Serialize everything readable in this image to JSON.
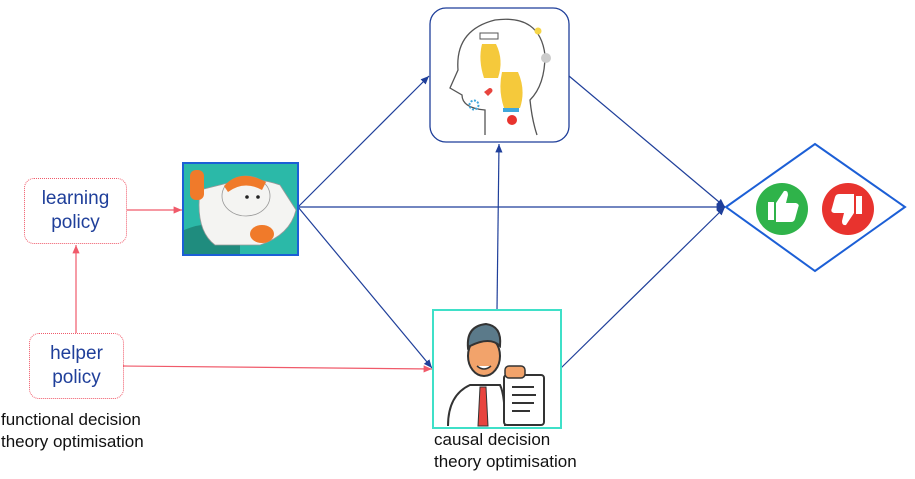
{
  "nodes": {
    "learning_policy": {
      "line1": "learning",
      "line2": "policy"
    },
    "helper_policy": {
      "line1": "helper",
      "line2": "policy"
    },
    "functional_caption": {
      "line1": "functional decision",
      "line2": "theory optimisation"
    },
    "causal_caption": {
      "line1": "causal decision",
      "line2": "theory optimisation"
    }
  },
  "icons": [
    "robot-image",
    "head-mind-image",
    "person-document-image",
    "thumbs-up-icon",
    "thumbs-down-icon"
  ],
  "colors": {
    "edge_blue": "#1f3f9a",
    "edge_red": "#f05a6a",
    "diamond": "#1c5fd6",
    "thumb_up": "#2fb34a",
    "thumb_down": "#e8332e",
    "teal": "#3fe0c8"
  }
}
